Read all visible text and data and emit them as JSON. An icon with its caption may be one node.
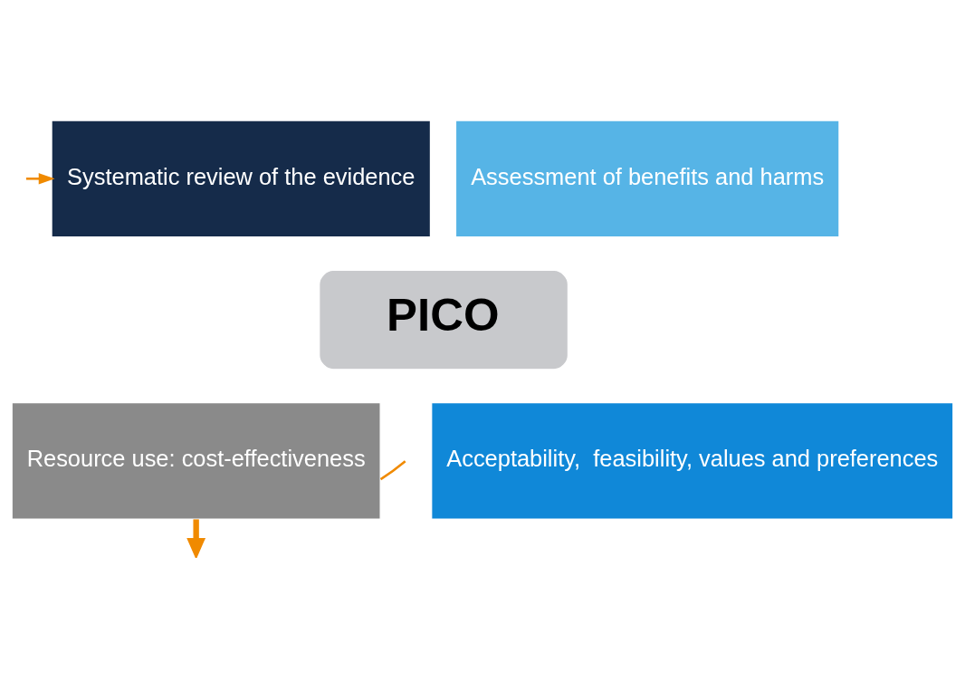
{
  "diagram": {
    "nodes": [
      {
        "text": [
          "Systematic review of the evidence"
        ]
      },
      {
        "text": [
          "Assessment of benefits and harms"
        ]
      },
      {
        "text": [
          "PICO"
        ]
      },
      {
        "text": [
          "Resource use: cost-effectiveness"
        ]
      },
      {
        "text": [
          "Acceptability,  feasibility, values and preferences"
        ]
      }
    ],
    "edges": [
      {
        "from": null,
        "to": 0,
        "arrow": "to"
      },
      {
        "from": 3,
        "to": null,
        "arrow": "none"
      },
      {
        "from": 3,
        "to": null,
        "arrow": "to",
        "style": "thick"
      }
    ]
  }
}
